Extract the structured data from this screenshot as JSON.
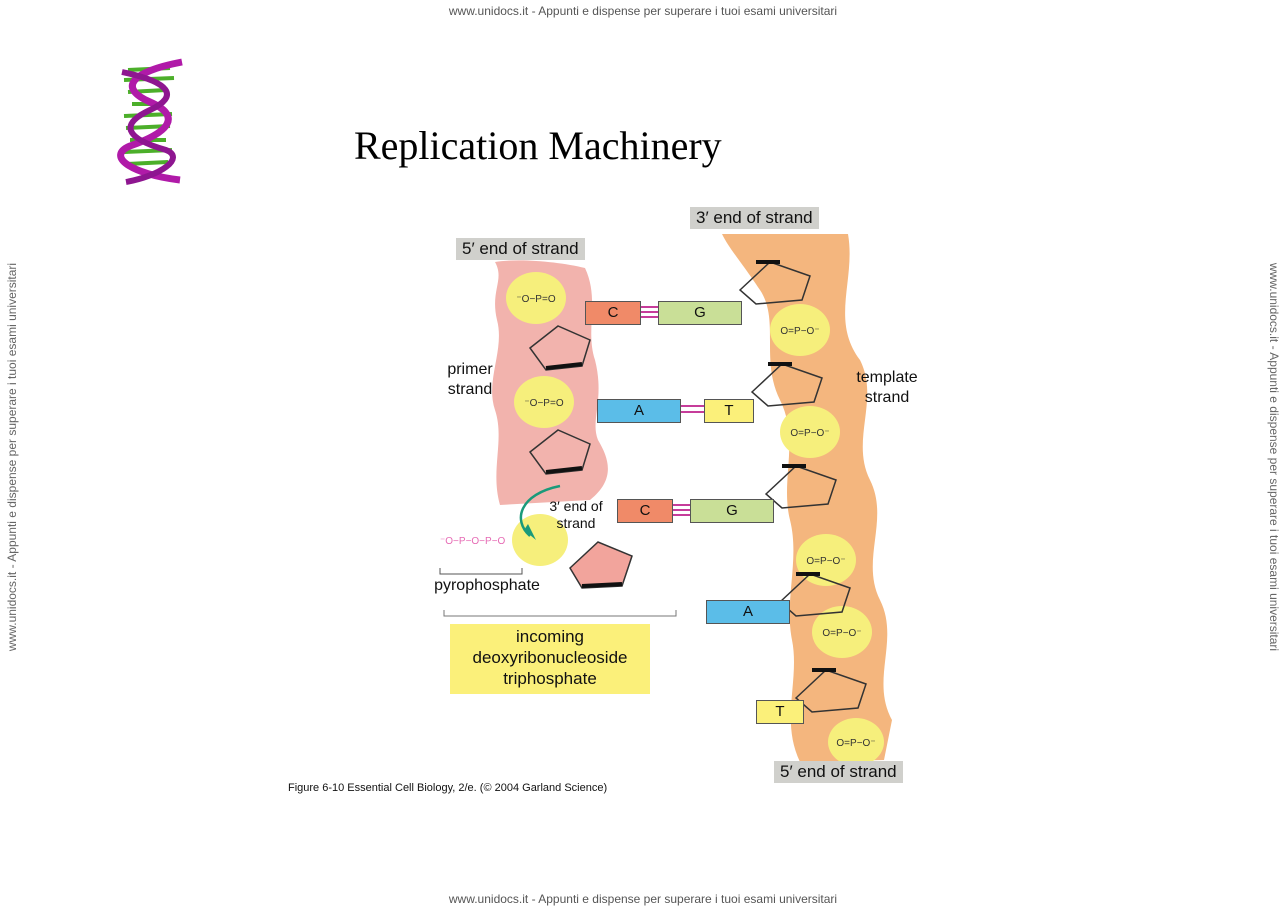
{
  "watermark": {
    "top": "www.unidocs.it - Appunti e dispense per superare i tuoi esami universitari",
    "bottom": "www.unidocs.it - Appunti e dispense per superare i tuoi esami universitari",
    "left": "www.unidocs.it - Appunti e dispense per superare i tuoi esami universitari",
    "right": "www.unidocs.it - Appunti e dispense per superare i tuoi esami universitari"
  },
  "slide": {
    "title": "Replication Machinery",
    "caption": "Figure 6-10  Essential Cell Biology, 2/e. (© 2004 Garland Science)"
  },
  "figure": {
    "primer_top_label": "5′ end of strand",
    "template_top_label": "3′ end of strand",
    "template_bottom_label": "5′ end of strand",
    "primer_strand_label": [
      "primer",
      "strand"
    ],
    "template_strand_label": [
      "template",
      "strand"
    ],
    "primer_3end_label": [
      "3′ end of",
      "strand"
    ],
    "pyrophosphate_label": "pyrophosphate",
    "incoming_label": [
      "incoming",
      "deoxyribonucleoside",
      "triphosphate"
    ],
    "base_pairs": [
      {
        "left": "C",
        "right": "G"
      },
      {
        "left": "A",
        "right": "T"
      },
      {
        "left": "C",
        "right": "G"
      }
    ],
    "unpaired_bases": [
      "A",
      "T"
    ],
    "colors": {
      "primer_strand": "#f2b3ad",
      "template_strand": "#f4b67e",
      "phosphate": "#f6ef7c",
      "base_C": "#f08a68",
      "base_G": "#c9df97",
      "base_A": "#5bbde8",
      "base_T": "#fbf07a",
      "pyrophosphate": "#e66ab4"
    }
  }
}
